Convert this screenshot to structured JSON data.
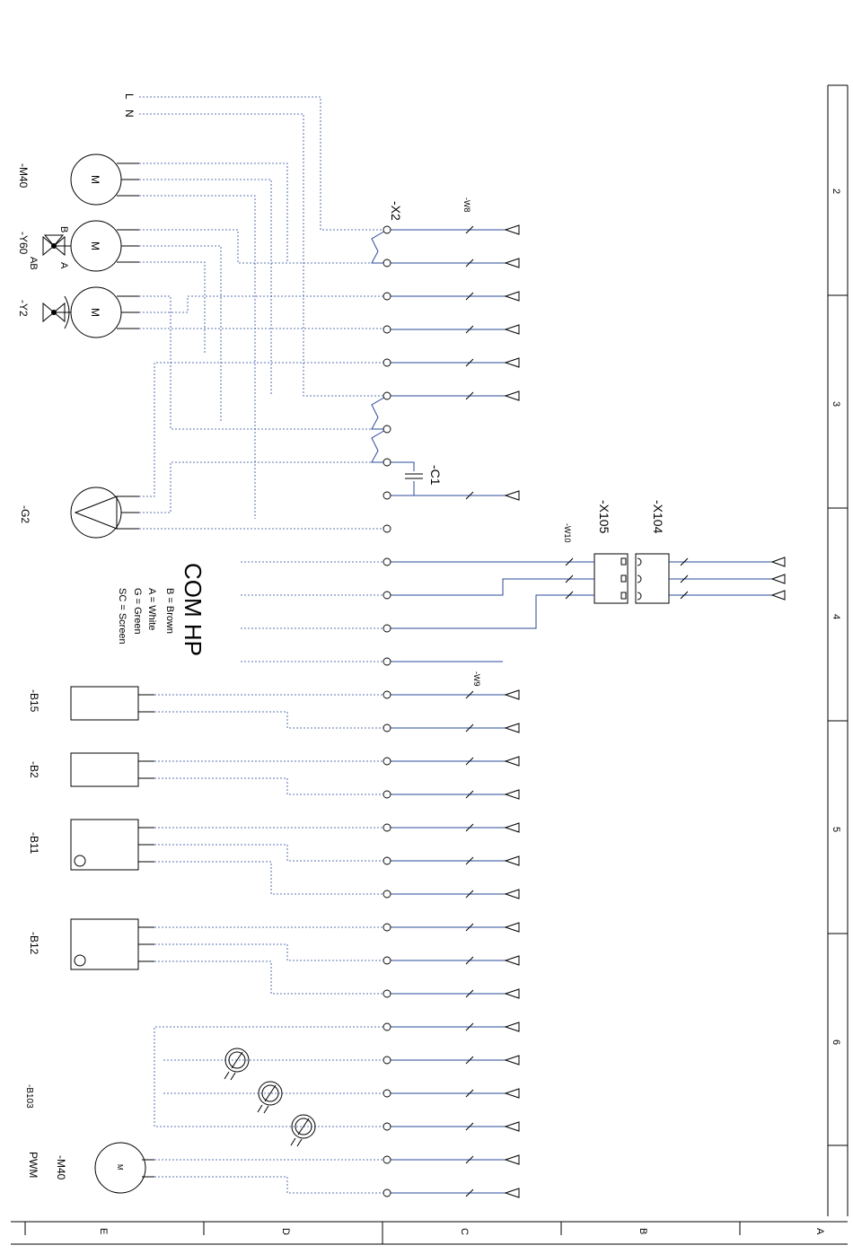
{
  "labels": {
    "mains_L": "L",
    "mains_N": "N",
    "m40": "-M40",
    "y60": "-Y60",
    "y2": "-Y2",
    "g2": "-G2",
    "b15": "-B15",
    "b2": "-B2",
    "b11": "-B11",
    "b12": "-B12",
    "b103": "-B103",
    "m40_pwm": "-M40",
    "pwm": "PWM",
    "x2": "-X2",
    "c1": "-C1",
    "x105": "-X105",
    "x104": "-X104",
    "w8": "-W8",
    "w9": "-W9",
    "w10": "-W10",
    "valve_b": "B",
    "valve_ab": "AB",
    "valve_a": "A",
    "motor_m": "M"
  },
  "legend": {
    "title": "COM HP",
    "lines": [
      "B = Brown",
      "A = White",
      "G = Green",
      "SC = Screen"
    ]
  },
  "frame": {
    "columns": [
      "2",
      "3",
      "4",
      "5",
      "6"
    ],
    "rows": [
      "E",
      "D",
      "C",
      "B",
      "A"
    ]
  }
}
